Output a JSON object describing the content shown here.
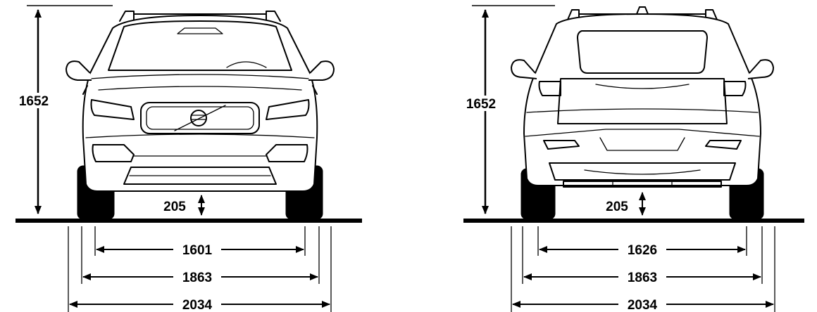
{
  "front_view": {
    "height": "1652",
    "ground_clearance": "205",
    "track": "1601",
    "width": "1863",
    "width_with_mirrors": "2034"
  },
  "rear_view": {
    "height": "1652",
    "ground_clearance": "205",
    "track": "1626",
    "width": "1863",
    "width_with_mirrors": "2034"
  }
}
